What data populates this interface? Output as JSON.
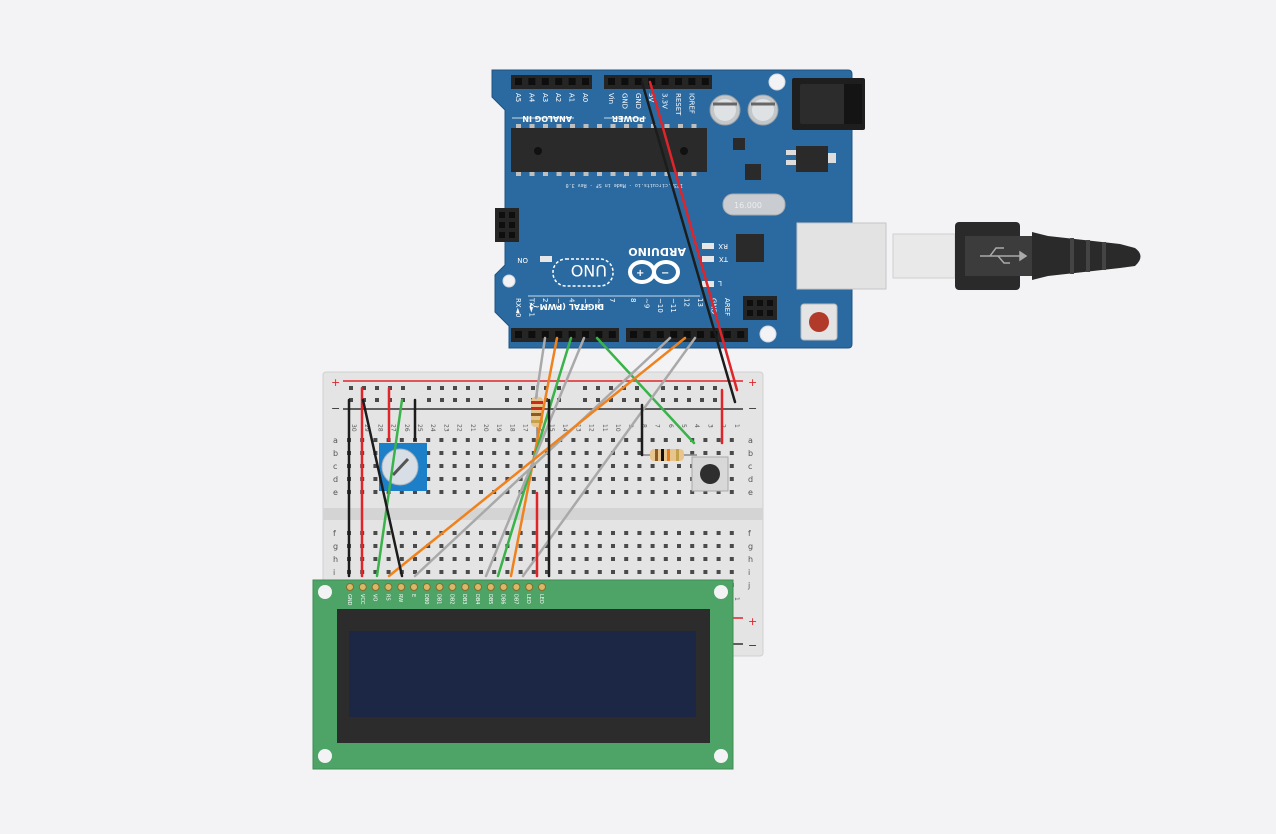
{
  "arduino": {
    "brand": "ARDUINO",
    "model": "UNO",
    "analog_header_title": "ANALOG IN",
    "power_header_title": "POWER",
    "digital_header_title": "DIGITAL (PWM~)",
    "analog_pins": [
      "A5",
      "A4",
      "A3",
      "A2",
      "A1",
      "A0"
    ],
    "power_pins": [
      "Vin",
      "GND",
      "GND",
      "5V",
      "3.3V",
      "RESET",
      "IOREF"
    ],
    "digital_low_pins": [
      "RX◄0",
      "TX►1",
      "2",
      "~3",
      "4",
      "~5",
      "~6",
      "7"
    ],
    "digital_high_pins": [
      "8",
      "~9",
      "~10",
      "~11",
      "12",
      "13",
      "GND",
      "AREF"
    ],
    "on_label": "ON",
    "rx_label": "RX",
    "tx_label": "TX",
    "l_label": "L",
    "footer_text": "123D.circuits.io - Made in SF - Rev 3.0",
    "crystal_label": "16.000"
  },
  "breadboard": {
    "plus_sign": "+",
    "minus_sign": "−",
    "column_numbers": [
      "30",
      "29",
      "28",
      "27",
      "26",
      "25",
      "24",
      "23",
      "22",
      "21",
      "20",
      "19",
      "18",
      "17",
      "16",
      "15",
      "14",
      "13",
      "12",
      "11",
      "10",
      "9",
      "8",
      "7",
      "6",
      "5",
      "4",
      "3",
      "2",
      "1"
    ],
    "rows_top": [
      "a",
      "b",
      "c",
      "d",
      "e"
    ],
    "rows_bottom": [
      "f",
      "g",
      "h",
      "i",
      "j"
    ]
  },
  "lcd": {
    "pin_labels": [
      "GND",
      "VCC",
      "VO",
      "RS",
      "RW",
      "E",
      "DB0",
      "DB1",
      "DB2",
      "DB3",
      "DB4",
      "DB5",
      "DB6",
      "DB7",
      "LED",
      "LED"
    ]
  },
  "colors": {
    "background": "#f3f3f5",
    "arduino_board": "#2b6aa0",
    "lcd_board": "#4ea466",
    "lcd_screen": "#1c2645",
    "wire_red": "#e0242a",
    "wire_black": "#1c1c1c",
    "wire_green": "#39b34a",
    "wire_orange": "#f0821e",
    "wire_gray": "#a9a9a9"
  }
}
